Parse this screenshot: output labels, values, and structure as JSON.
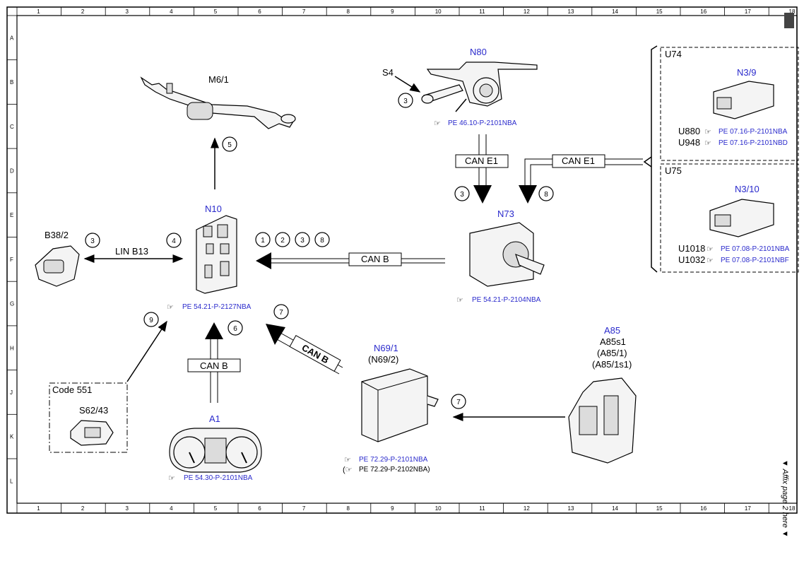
{
  "frame": {
    "col_numbers": [
      "1",
      "2",
      "3",
      "4",
      "5",
      "6",
      "7",
      "8",
      "9",
      "10",
      "11",
      "12",
      "13",
      "14",
      "15",
      "16",
      "17",
      "18"
    ],
    "row_letters": [
      "A",
      "B",
      "C",
      "D",
      "E",
      "F",
      "G",
      "H",
      "J",
      "K",
      "L"
    ]
  },
  "components": {
    "m6_1": {
      "label": "M6/1"
    },
    "n80": {
      "label": "N80",
      "ref": "PE 46.10-P-2101NBA"
    },
    "s4": {
      "label": "S4"
    },
    "n10": {
      "label": "N10",
      "ref": "PE 54.21-P-2127NBA"
    },
    "b38_2": {
      "label": "B38/2"
    },
    "n73": {
      "label": "N73",
      "ref": "PE 54.21-P-2104NBA"
    },
    "code551": {
      "label": "Code 551",
      "sub": "S62/43"
    },
    "a1": {
      "label": "A1",
      "ref": "PE 54.30-P-2101NBA"
    },
    "n69_1": {
      "label": "N69/1",
      "sub": "(N69/2)",
      "ref": "PE 72.29-P-2101NBA",
      "ref2": "PE 72.29-P-2102NBA)"
    },
    "a85": {
      "label": "A85",
      "sub1": "A85s1",
      "sub2": "(A85/1)",
      "sub3": "(A85/1s1)"
    },
    "u74": {
      "label": "U74",
      "module": "N3/9",
      "rows": [
        {
          "code": "U880",
          "ref": "PE 07.16-P-2101NBA"
        },
        {
          "code": "U948",
          "ref": "PE 07.16-P-2101NBD"
        }
      ]
    },
    "u75": {
      "label": "U75",
      "module": "N3/10",
      "rows": [
        {
          "code": "U1018",
          "ref": "PE 07.08-P-2101NBA"
        },
        {
          "code": "U1032",
          "ref": "PE 07.08-P-2101NBF"
        }
      ]
    }
  },
  "buses": {
    "lin_b13": "LIN B13",
    "can_b": "CAN B",
    "can_e1": "CAN E1"
  },
  "markers": {
    "n80_s4": "3",
    "n10_top": "5",
    "b38": "3",
    "n10_left": "4",
    "n10_right": [
      "1",
      "2",
      "3",
      "8"
    ],
    "can_e1_left": "3",
    "can_e1_right": "8",
    "code551": "9",
    "a1": "6",
    "n69": "7",
    "a85": "7"
  },
  "side_note": "▼ Affix page 2 here ▼"
}
